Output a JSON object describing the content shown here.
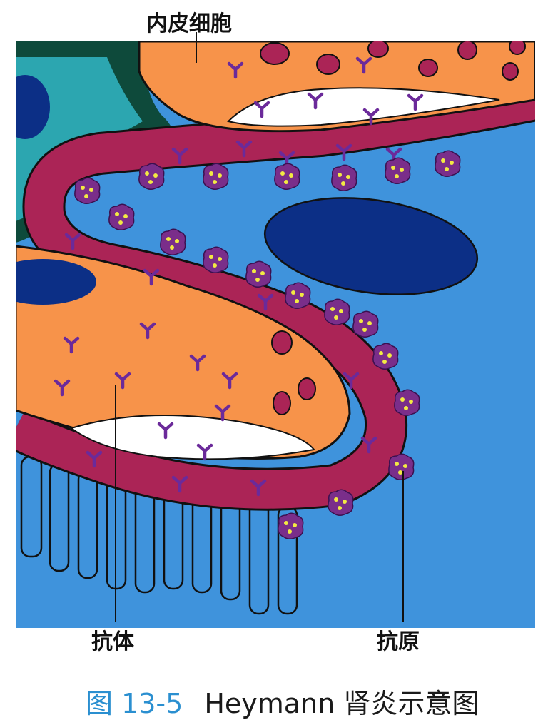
{
  "labels": {
    "endothelial_cell": "内皮细胞",
    "antibody": "抗体",
    "antigen": "抗原"
  },
  "caption": {
    "figure_number": "图 13-5",
    "title": "Heymann 肾炎示意图"
  },
  "colors": {
    "podocyte_blue": "#3f93dc",
    "nucleus_navy": "#0c2f86",
    "endothelium_orange": "#f7934a",
    "basement_membrane": "#ab2456",
    "antibody_purple": "#6b2a9a",
    "antigen_yellow": "#f3ea43",
    "teal": "#2ca6b0",
    "dark_green": "#0e4a3b",
    "caption_blue": "#2a8fd0"
  }
}
